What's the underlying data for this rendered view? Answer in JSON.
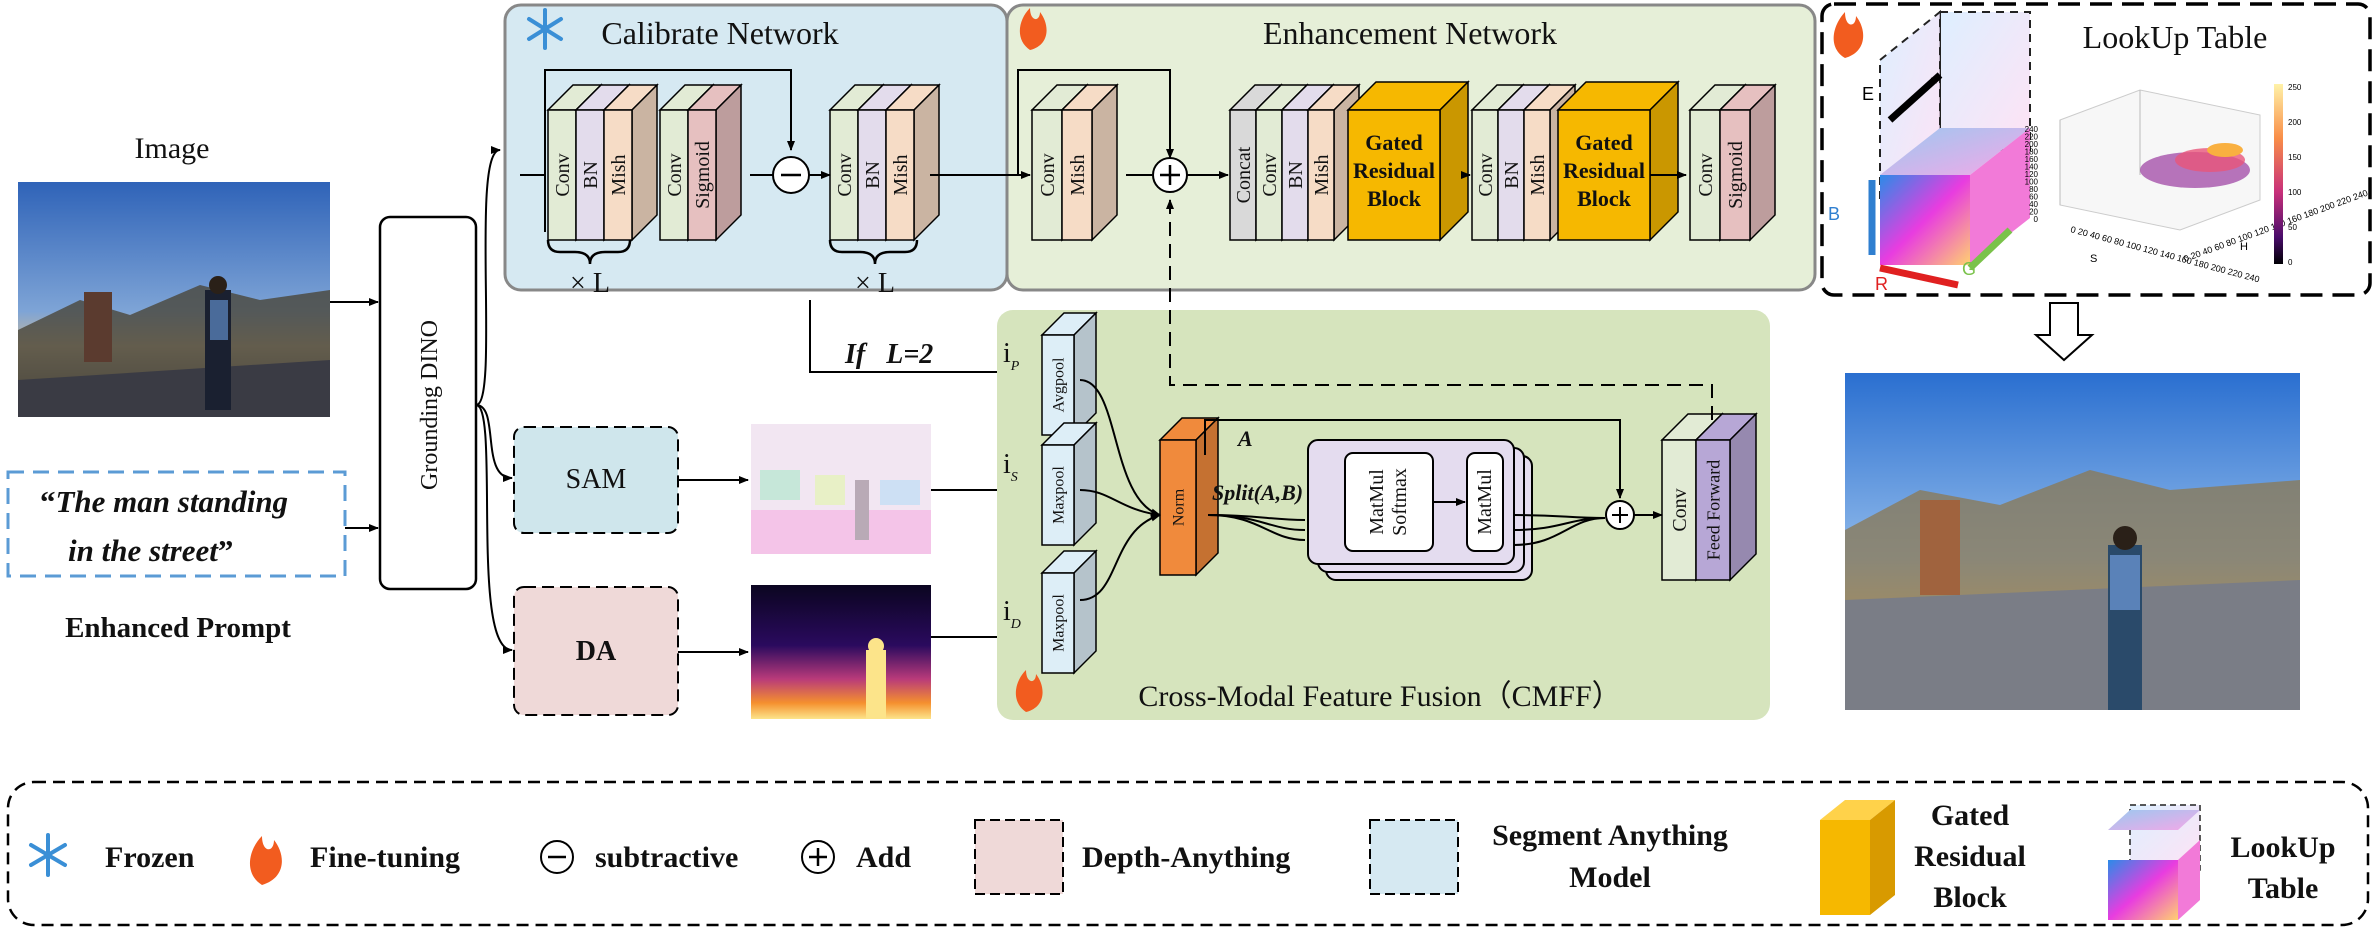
{
  "colors": {
    "calibrate_bg": "#d6e9f2",
    "enhance_bg": "#e6efd8",
    "cmff_bg": "#d6e4bd",
    "conv_face": "#e2ebd5",
    "bn_face": "#e3dcec",
    "mish_face": "#f6dcc6",
    "sigmoid_face": "#e6c0c0",
    "concat_face": "#d9d9d9",
    "grb_face": "#f6b800",
    "pool_face": "#ddeef7",
    "norm_face": "#f08a3c",
    "ff_face": "#b7a7d6",
    "prompt_blue": "#5b9bd5",
    "sam_fill": "#cfe6ec",
    "da_fill": "#efd9d8",
    "fire": "#f25c1f",
    "snow": "#3a8fd6"
  },
  "icons": [
    "snowflake-icon",
    "fire-icon",
    "subtract-icon",
    "add-icon",
    "lookup-cube-icon",
    "down-arrow-icon"
  ],
  "input": {
    "image_label": "Image",
    "prompt_line1": "The man standing",
    "prompt_line2": "in the street",
    "prompt_open_quote": "“",
    "prompt_close_quote": "”",
    "prompt_caption": "Enhanced Prompt"
  },
  "grounding": {
    "label": "Grounding DINO"
  },
  "sam": {
    "label": "SAM"
  },
  "da": {
    "label": "DA"
  },
  "calibrate": {
    "title": "Calibrate Network",
    "block1": [
      "Conv",
      "BN",
      "Mish"
    ],
    "block2": [
      "Conv",
      "Sigmoid"
    ],
    "block3": [
      "Conv",
      "BN",
      "Mish"
    ],
    "repeat1": "× L",
    "repeat2": "× L"
  },
  "enhance": {
    "title": "Enhancement Network",
    "block1": [
      "Conv",
      "Mish"
    ],
    "block2": [
      "Concat",
      "Conv",
      "BN",
      "Mish"
    ],
    "grb": "Gated Residual Block",
    "block3": [
      "Conv",
      "BN",
      "Mish"
    ],
    "block4": [
      "Conv",
      "Sigmoid"
    ]
  },
  "condition": "If   L=2",
  "cmff": {
    "title": "Cross-Modal Feature Fusion（CMFF）",
    "i_p": "i",
    "i_p_sub": "P",
    "i_s": "i",
    "i_s_sub": "S",
    "i_d": "i",
    "i_d_sub": "D",
    "avgpool": "Avgpool",
    "maxpool1": "Maxpool",
    "maxpool2": "Maxpool",
    "norm": "Norm",
    "split": "Split(A,B)",
    "a_label": "A",
    "matmul_softmax": [
      "MatMul",
      "Softmax"
    ],
    "matmul": "MatMul",
    "conv": "Conv",
    "ff": "Feed Forward"
  },
  "lut": {
    "title": "LookUp Table",
    "axis_e": "E",
    "axis_b": "B",
    "axis_r": "R",
    "axis_g": "G",
    "plot_yticks": [
      "240",
      "220",
      "200",
      "180",
      "160",
      "140",
      "120",
      "100",
      "80",
      "60",
      "40",
      "20",
      "0"
    ],
    "plot_xticks": "0 20 40 60 80 100 120 140 160 180 200 220 240",
    "plot_x_axis_label": "S",
    "plot_yticks2": "0 20 40 60 80 100 120 140 160 180 200 220 240",
    "plot_y_axis_label": "H",
    "colorbar_ticks": [
      "250",
      "200",
      "150",
      "100",
      "50",
      "0"
    ]
  },
  "legend": {
    "frozen": "Frozen",
    "finetune": "Fine-tuning",
    "subtractive": "subtractive",
    "add": "Add",
    "depth": "Depth-Anything",
    "sam_line1": "Segment Anything",
    "sam_line2": "Model",
    "grb_line1": "Gated",
    "grb_line2": "Residual",
    "grb_line3": "Block",
    "lut_line1": "LookUp",
    "lut_line2": "Table"
  }
}
